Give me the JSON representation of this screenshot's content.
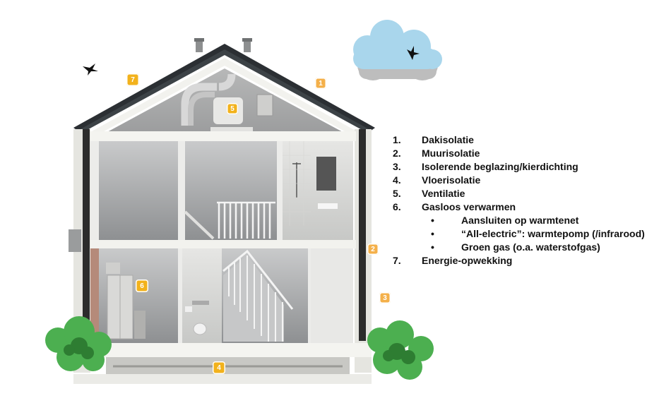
{
  "badges": [
    {
      "id": "b7",
      "label": "7",
      "color": "#f2b21c"
    },
    {
      "id": "b1",
      "label": "1",
      "color": "#f4b04a"
    },
    {
      "id": "b5",
      "label": "5",
      "color": "#f2b21c"
    },
    {
      "id": "b6",
      "label": "6",
      "color": "#f2b21c"
    },
    {
      "id": "b2",
      "label": "2",
      "color": "#f4b04a"
    },
    {
      "id": "b3",
      "label": "3",
      "color": "#f4b04a"
    },
    {
      "id": "b4",
      "label": "4",
      "color": "#f2b21c"
    }
  ],
  "legend": {
    "items": [
      {
        "num": "1.",
        "label": "Dakisolatie"
      },
      {
        "num": "2.",
        "label": "Muurisolatie"
      },
      {
        "num": "3.",
        "label": "Isolerende beglazing/kierdichting"
      },
      {
        "num": "4.",
        "label": "Vloerisolatie"
      },
      {
        "num": "5.",
        "label": "Ventilatie"
      },
      {
        "num": "6.",
        "label": "Gasloos verwarmen"
      }
    ],
    "subitems": [
      {
        "bullet": "•",
        "label": "Aansluiten op warmtenet"
      },
      {
        "bullet": "•",
        "label": "“All-electric”: warmtepomp (/infrarood)"
      },
      {
        "bullet": "•",
        "label": "Groen gas (o.a. waterstofgas)"
      }
    ],
    "last": {
      "num": "7.",
      "label": "Energie-opwekking"
    }
  },
  "colors": {
    "roof": "#2b2f33",
    "wall": "#d9d9d3",
    "interior": "#7d7f82",
    "tree": "#4caf50",
    "tree_dark": "#2e7d32",
    "cloud": "#a9d6ec",
    "cloud_shadow": "#bdbdbd"
  },
  "icons": [
    "bird-icon",
    "cloud-icon",
    "tree-icon",
    "house-cross-section"
  ]
}
